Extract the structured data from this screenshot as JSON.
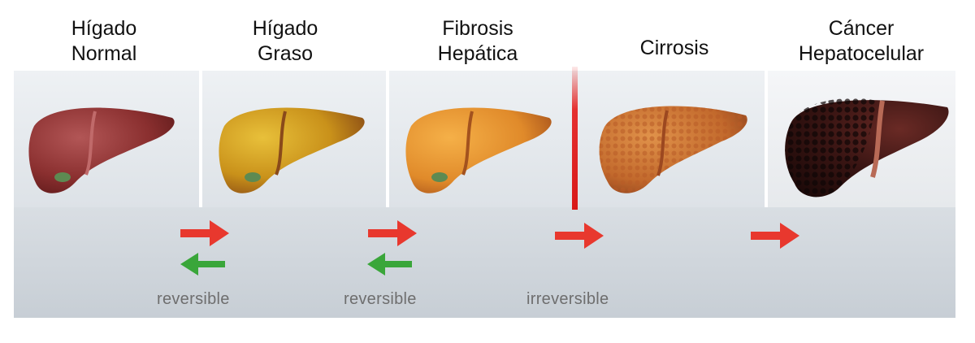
{
  "stages": [
    {
      "title": "Hígado\nNormal"
    },
    {
      "title": "Hígado\nGraso"
    },
    {
      "title": "Fibrosis\nHepática"
    },
    {
      "title": "Cirrosis"
    },
    {
      "title": "Cáncer\nHepatocelular"
    }
  ],
  "transitions": [
    {
      "caption": "reversible"
    },
    {
      "caption": "reversible"
    },
    {
      "caption": "irreversible"
    }
  ],
  "colors": {
    "forward_arrow": "#e8382e",
    "back_arrow": "#3aa63a",
    "caption": "#6e6e6e",
    "healthy_liver": "#8a2f2f",
    "fatty_liver": "#c9911a",
    "fibrosis_liver": "#e08a2a",
    "cirrhosis_liver": "#c2692c",
    "cancer_liver": "#3a1513"
  }
}
